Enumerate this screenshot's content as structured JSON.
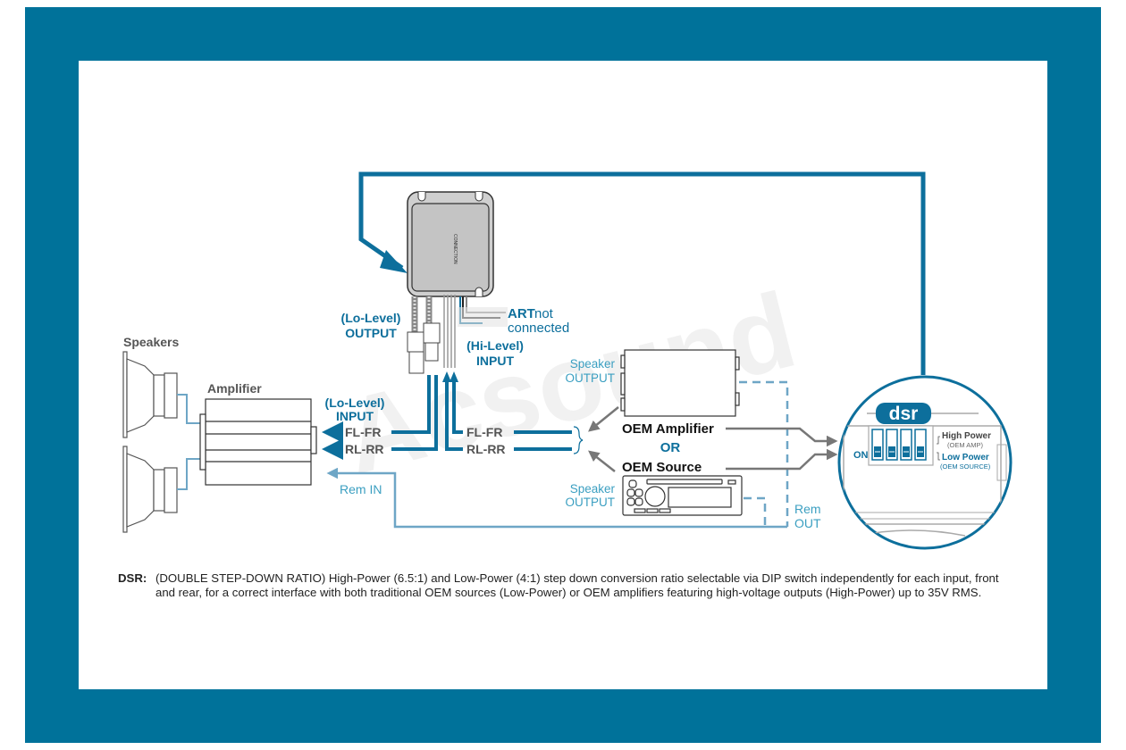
{
  "diagram": {
    "colors": {
      "frame": "#00729a",
      "signal_dark": "#0d6f9c",
      "signal_light": "#6ea6c6",
      "device_grey": "#c9c9c9",
      "text_grey": "#555555",
      "arrow_grey": "#777777",
      "watermark": "#eeeeee"
    },
    "labels": {
      "speakers": "Speakers",
      "amplifier": "Amplifier",
      "lo_level_output_line1": "(Lo-Level)",
      "lo_level_output_line2": "OUTPUT",
      "lo_level_input_line1": "(Lo-Level)",
      "lo_level_input_line2": "INPUT",
      "hi_level_input_line1": "(Hi-Level)",
      "hi_level_input_line2": "INPUT",
      "art_bold": "ART",
      "art_rest": " not",
      "art_line2": "connected",
      "fl_fr_left": "FL-FR",
      "rl_rr_left": "RL-RR",
      "fl_fr_right": "FL-FR",
      "rl_rr_right": "RL-RR",
      "speaker_output_top_line1": "Speaker",
      "speaker_output_top_line2": "OUTPUT",
      "speaker_output_bottom_line1": "Speaker",
      "speaker_output_bottom_line2": "OUTPUT",
      "oem_amplifier": "OEM Amplifier",
      "or": "OR",
      "oem_source": "OEM Source",
      "rem_in": "Rem IN",
      "rem_out_line1": "Rem",
      "rem_out_line2": "OUT",
      "dsr_logo": "dsr",
      "dip_on": "ON",
      "high_power": "High Power",
      "high_power_sub": "(OEM AMP)",
      "low_power": "Low Power",
      "low_power_sub": "(OEM SOURCE)",
      "watermark": "Acsound",
      "device_brand": "CONNECTION"
    },
    "dip_switch_count": 4,
    "dip_switch_states": [
      "Low Power",
      "Low Power",
      "Low Power",
      "Low Power"
    ]
  },
  "footnote": {
    "label": "DSR:",
    "text": "(DOUBLE STEP-DOWN RATIO) High-Power (6.5:1) and Low-Power (4:1) step down conversion ratio selectable via DIP switch independently for each input, front and rear, for a correct interface with both traditional OEM sources (Low-Power) or OEM amplifiers featuring high-voltage outputs (High-Power) up to 35V RMS."
  }
}
